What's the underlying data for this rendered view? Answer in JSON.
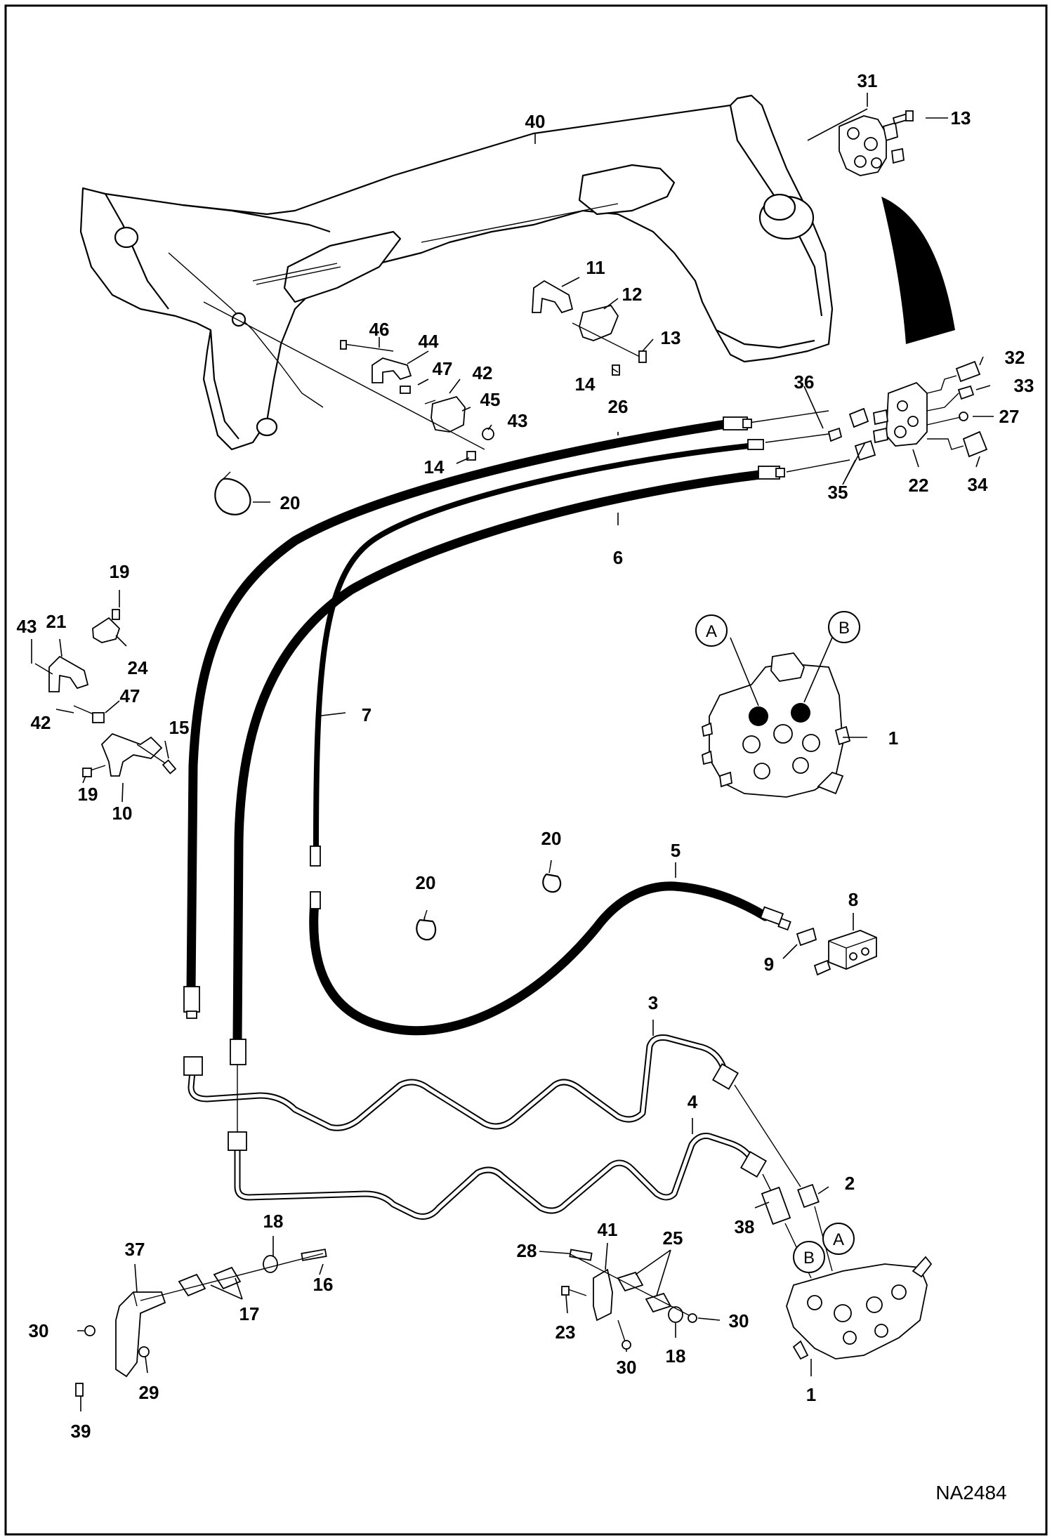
{
  "drawing_ref": "NA2484",
  "ports": {
    "a": "A",
    "b": "B"
  },
  "callouts": {
    "c40": "40",
    "c31": "31",
    "c13a": "13",
    "c11": "11",
    "c12": "12",
    "c13b": "13",
    "c14a": "14",
    "c46": "46",
    "c44": "44",
    "c47a": "47",
    "c42a": "42",
    "c45": "45",
    "c43a": "43",
    "c14b": "14",
    "c20a": "20",
    "c26": "26",
    "c36": "36",
    "c32": "32",
    "c33": "33",
    "c27": "27",
    "c34": "34",
    "c22": "22",
    "c35": "35",
    "c6": "6",
    "c19a": "19",
    "c43b": "43",
    "c21": "21",
    "c24": "24",
    "c47b": "47",
    "c42b": "42",
    "c15": "15",
    "c19b": "19",
    "c10": "10",
    "c7": "7",
    "c1a": "1",
    "c20b": "20",
    "c20c": "20",
    "c5": "5",
    "c8": "8",
    "c9": "9",
    "c3": "3",
    "c4": "4",
    "c2": "2",
    "c38": "38",
    "c18a": "18",
    "c37": "37",
    "c16": "16",
    "c17": "17",
    "c30a": "30",
    "c29": "29",
    "c39": "39",
    "c41": "41",
    "c28": "28",
    "c25": "25",
    "c23": "23",
    "c30b": "30",
    "c30c": "30",
    "c18b": "18",
    "c1b": "1"
  }
}
